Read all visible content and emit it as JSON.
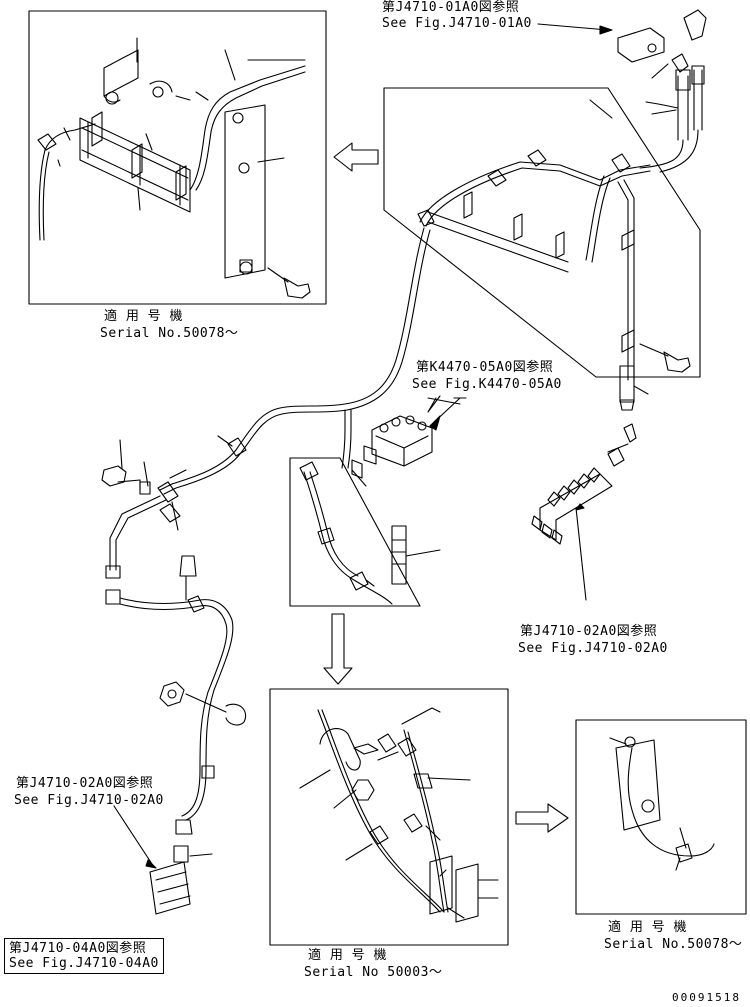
{
  "references": {
    "top_right": {
      "line1": "第J4710-01A0図参照",
      "line2": "See Fig.J4710-01A0"
    },
    "middle": {
      "line1": "第K4470-05A0図参照",
      "line2": "See Fig.K4470-05A0"
    },
    "right_middle": {
      "line1": "第J4710-02A0図参照",
      "line2": "See Fig.J4710-02A0"
    },
    "left_lower": {
      "line1": "第J4710-02A0図参照",
      "line2": "See Fig.J4710-02A0"
    },
    "bottom_left_boxed": {
      "line1": "第J4710-04A0図参照",
      "line2": "See Fig.J4710-04A0"
    }
  },
  "insets": {
    "top_left": {
      "line1": "適 用 号 機",
      "line2": "Serial No.50078～"
    },
    "bottom_center": {
      "line1": "適 用 号 機",
      "line2": "Serial No 50003～"
    },
    "bottom_right": {
      "line1": "適 用 号 機",
      "line2": "Serial No.50078～"
    }
  },
  "drawing_number": "00091518"
}
